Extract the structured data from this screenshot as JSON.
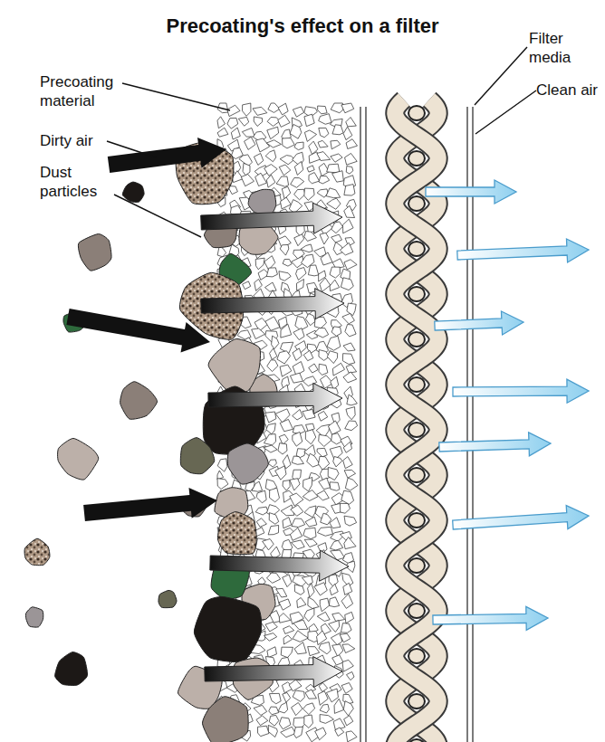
{
  "diagram": {
    "title": "Precoating's effect on a filter",
    "labels": [
      "Precoating material",
      "Dirty air",
      "Dust particles",
      "Filter media",
      "Clean air"
    ]
  }
}
